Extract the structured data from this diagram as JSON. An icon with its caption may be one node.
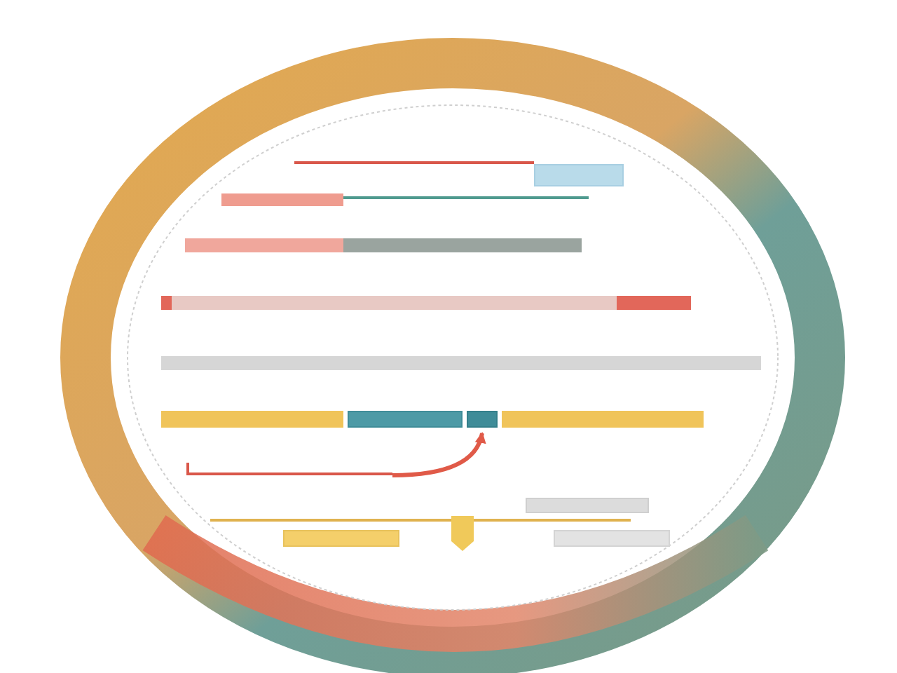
{
  "diagram": {
    "nodes": [
      {
        "text": [],
        "shape": "box"
      },
      {
        "text": [],
        "shape": "bar"
      },
      {
        "text": [],
        "shape": "bar"
      },
      {
        "text": [],
        "shape": "bar"
      },
      {
        "text": [],
        "shape": "bar"
      },
      {
        "text": [],
        "shape": "bar"
      },
      {
        "text": [],
        "shape": "box"
      },
      {
        "text": [],
        "shape": "box"
      },
      {
        "text": [],
        "shape": "bar"
      },
      {
        "text": [],
        "shape": "box"
      },
      {
        "text": [],
        "shape": "box"
      },
      {
        "text": [],
        "shape": "box"
      },
      {
        "text": [],
        "shape": "box"
      }
    ],
    "edges": [
      {
        "from": 9,
        "to": 7,
        "arrow": "to"
      }
    ]
  }
}
